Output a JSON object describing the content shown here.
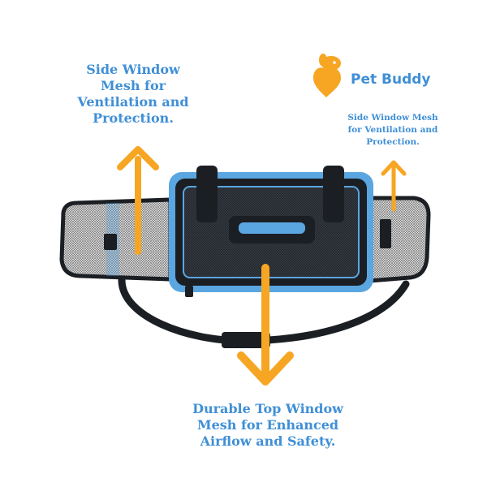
{
  "brand": {
    "name": "Pet Buddy",
    "logo_icon": "dog-heart-logo-icon",
    "text_color": "#3f8fd6",
    "logo_color": "#f6a623"
  },
  "callouts": {
    "left_side": [
      "Side Window",
      "Mesh for",
      "Ventilation and",
      "Protection."
    ],
    "right_side": [
      "Side Window Mesh",
      "for Ventilation and",
      "Protection."
    ],
    "top": [
      "Durable Top Window",
      "Mesh for Enhanced",
      "Airflow and Safety."
    ]
  },
  "arrows": {
    "color": "#f6a623",
    "items": [
      "up-arrow-left",
      "up-arrow-right",
      "down-arrow-center"
    ]
  },
  "product": {
    "type": "pet-carrier-bag",
    "colors": {
      "trim": "#5aa6e0",
      "body": "#1b1f24",
      "mesh": "#c8c8c8"
    }
  }
}
